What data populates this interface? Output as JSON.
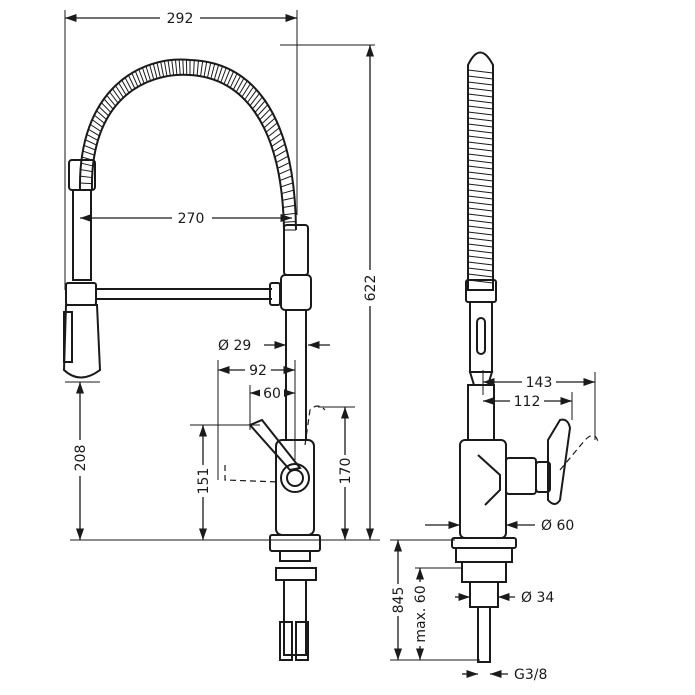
{
  "dimensions": {
    "front_width_top": "292",
    "front_spray_reach": "270",
    "front_height_total": "622",
    "front_spout_height": "208",
    "front_diameter_body": "Ø 29",
    "front_handle_92": "92",
    "front_handle_60": "60",
    "front_handle_height_151": "151",
    "front_handle_height_170": "170",
    "side_reach_143": "143",
    "side_reach_112": "112",
    "side_base_diameter": "Ø 60",
    "side_shank_diameter": "Ø 34",
    "side_max_depth": "845",
    "side_max_thick": "max. 60",
    "side_thread": "G3/8"
  }
}
